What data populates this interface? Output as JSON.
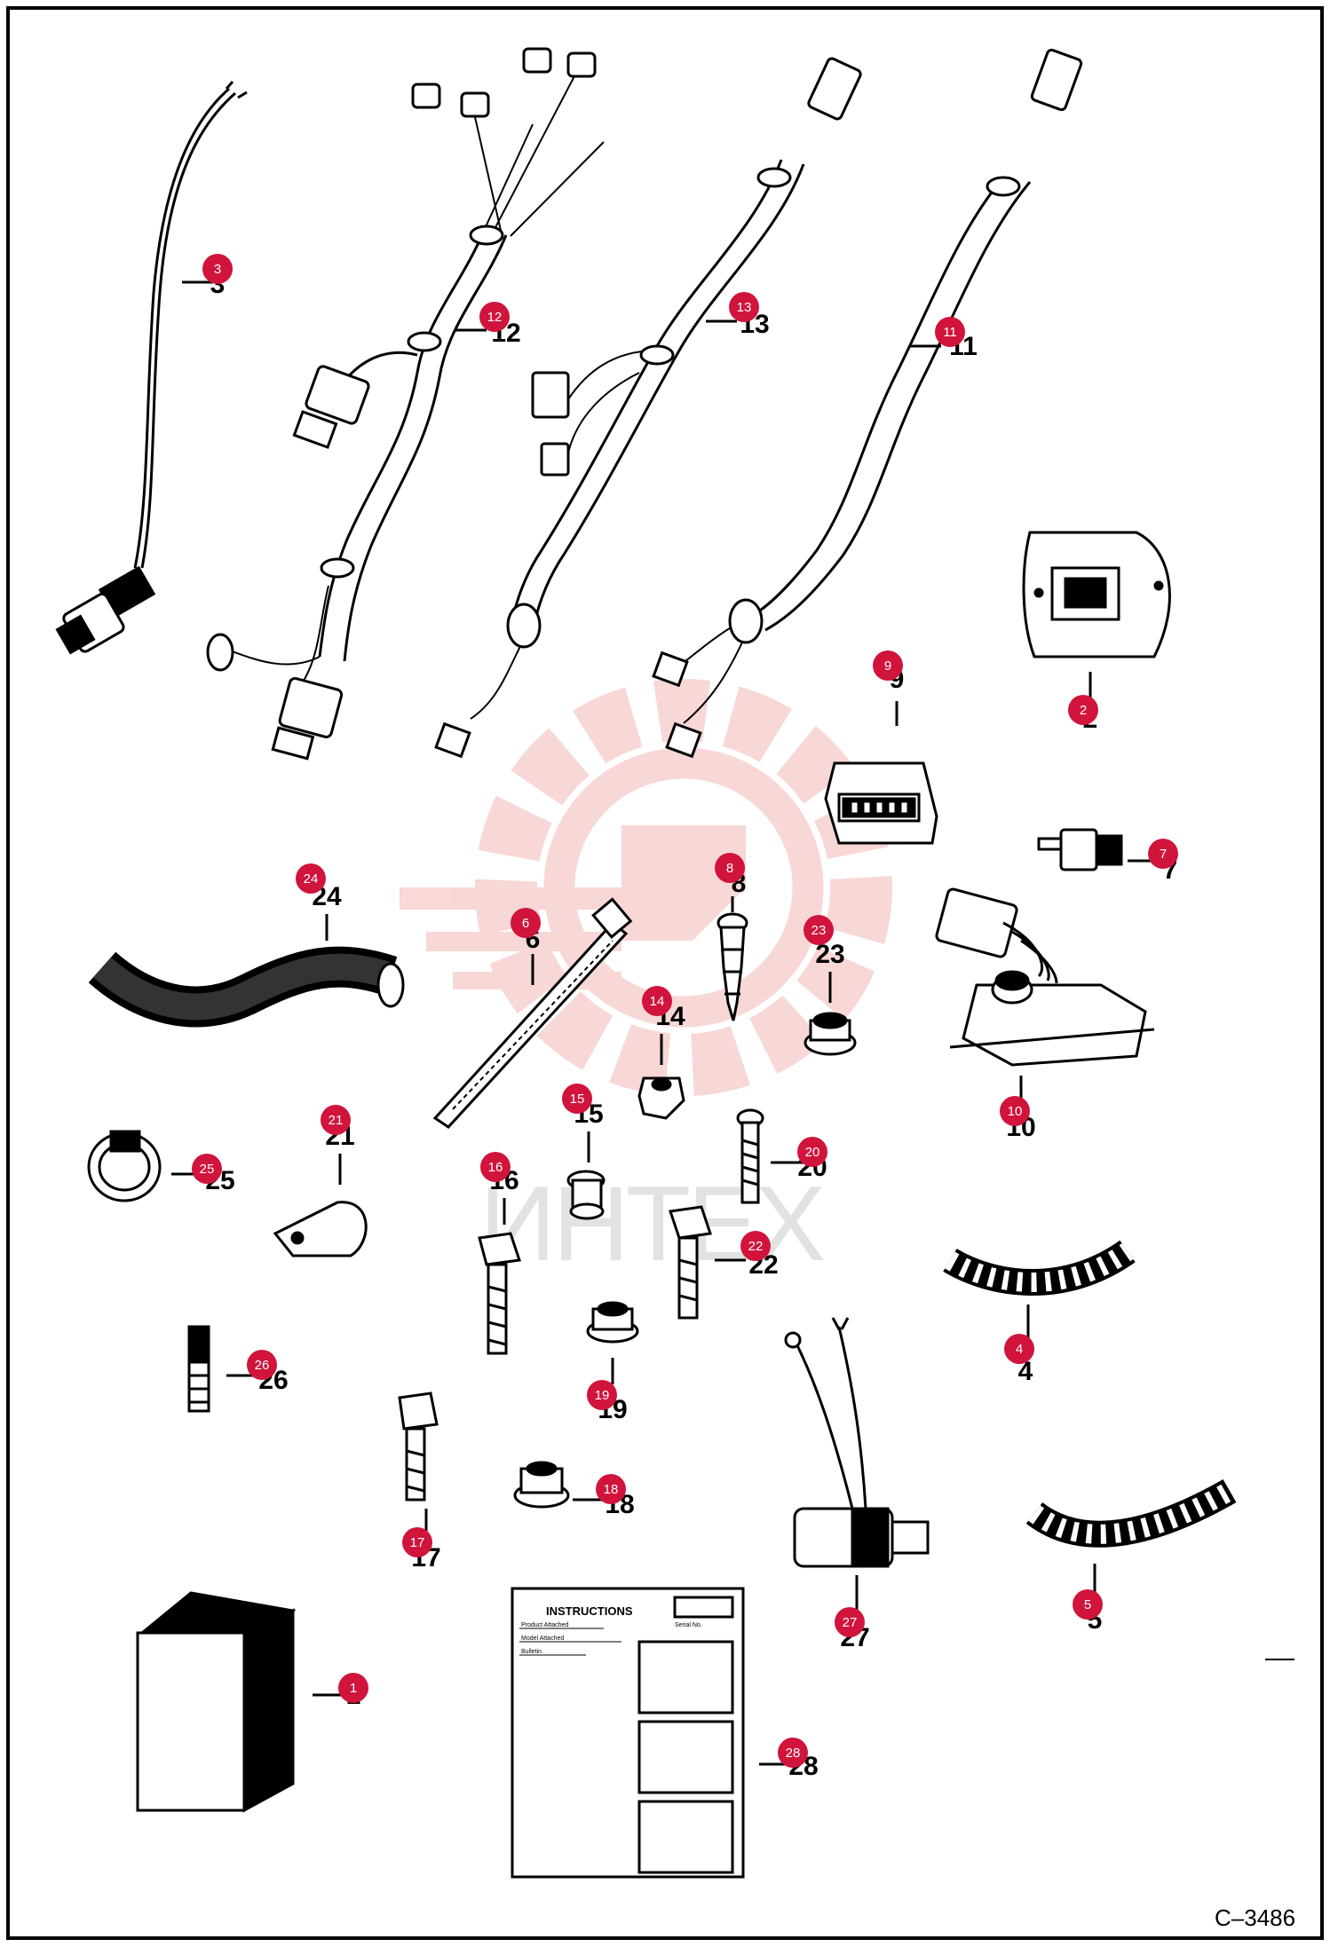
{
  "diagram": {
    "reference_code": "C–3486",
    "watermark_text": "ИНТЕХ",
    "instructions_sheet": {
      "title": "INSTRUCTIONS",
      "line1": "Product Attached",
      "line2": "Serial No.",
      "line3": "Model Attached",
      "line4": "Bulletin"
    },
    "parts": [
      {
        "id": "p1",
        "number": "1"
      },
      {
        "id": "p2",
        "number": "2"
      },
      {
        "id": "p3",
        "number": "3"
      },
      {
        "id": "p4",
        "number": "4"
      },
      {
        "id": "p5",
        "number": "5"
      },
      {
        "id": "p6",
        "number": "6"
      },
      {
        "id": "p7",
        "number": "7"
      },
      {
        "id": "p8",
        "number": "8"
      },
      {
        "id": "p9",
        "number": "9"
      },
      {
        "id": "p10",
        "number": "10"
      },
      {
        "id": "p11",
        "number": "11"
      },
      {
        "id": "p12",
        "number": "12"
      },
      {
        "id": "p13",
        "number": "13"
      },
      {
        "id": "p14",
        "number": "14"
      },
      {
        "id": "p15",
        "number": "15"
      },
      {
        "id": "p16",
        "number": "16"
      },
      {
        "id": "p17",
        "number": "17"
      },
      {
        "id": "p18",
        "number": "18"
      },
      {
        "id": "p19",
        "number": "19"
      },
      {
        "id": "p20",
        "number": "20"
      },
      {
        "id": "p21",
        "number": "21"
      },
      {
        "id": "p22",
        "number": "22"
      },
      {
        "id": "p23",
        "number": "23"
      },
      {
        "id": "p24",
        "number": "24"
      },
      {
        "id": "p25",
        "number": "25"
      },
      {
        "id": "p26",
        "number": "26"
      },
      {
        "id": "p27",
        "number": "27"
      },
      {
        "id": "p28",
        "number": "28"
      }
    ],
    "colors": {
      "badge": "#d0143c",
      "line": "#000000",
      "watermark": "#f4b8b8"
    }
  }
}
